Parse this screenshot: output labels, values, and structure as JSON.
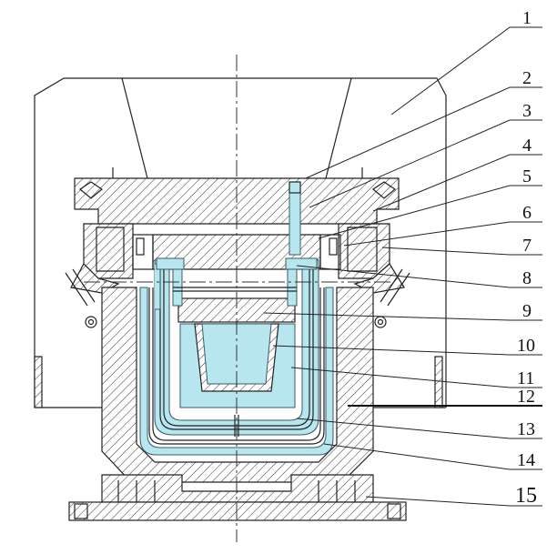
{
  "labels": [
    {
      "id": "1",
      "text": "1"
    },
    {
      "id": "2",
      "text": "2"
    },
    {
      "id": "3",
      "text": "3"
    },
    {
      "id": "4",
      "text": "4"
    },
    {
      "id": "5",
      "text": "5"
    },
    {
      "id": "6",
      "text": "6"
    },
    {
      "id": "7",
      "text": "7"
    },
    {
      "id": "8",
      "text": "8"
    },
    {
      "id": "9",
      "text": "9"
    },
    {
      "id": "10",
      "text": "10"
    },
    {
      "id": "11",
      "text": "11"
    },
    {
      "id": "12",
      "text": "12"
    },
    {
      "id": "13",
      "text": "13"
    },
    {
      "id": "14",
      "text": "14"
    },
    {
      "id": "15",
      "text": "15"
    }
  ],
  "colors": {
    "line": "#222222",
    "coolant": "#b7e6ee",
    "background": "#ffffff"
  }
}
